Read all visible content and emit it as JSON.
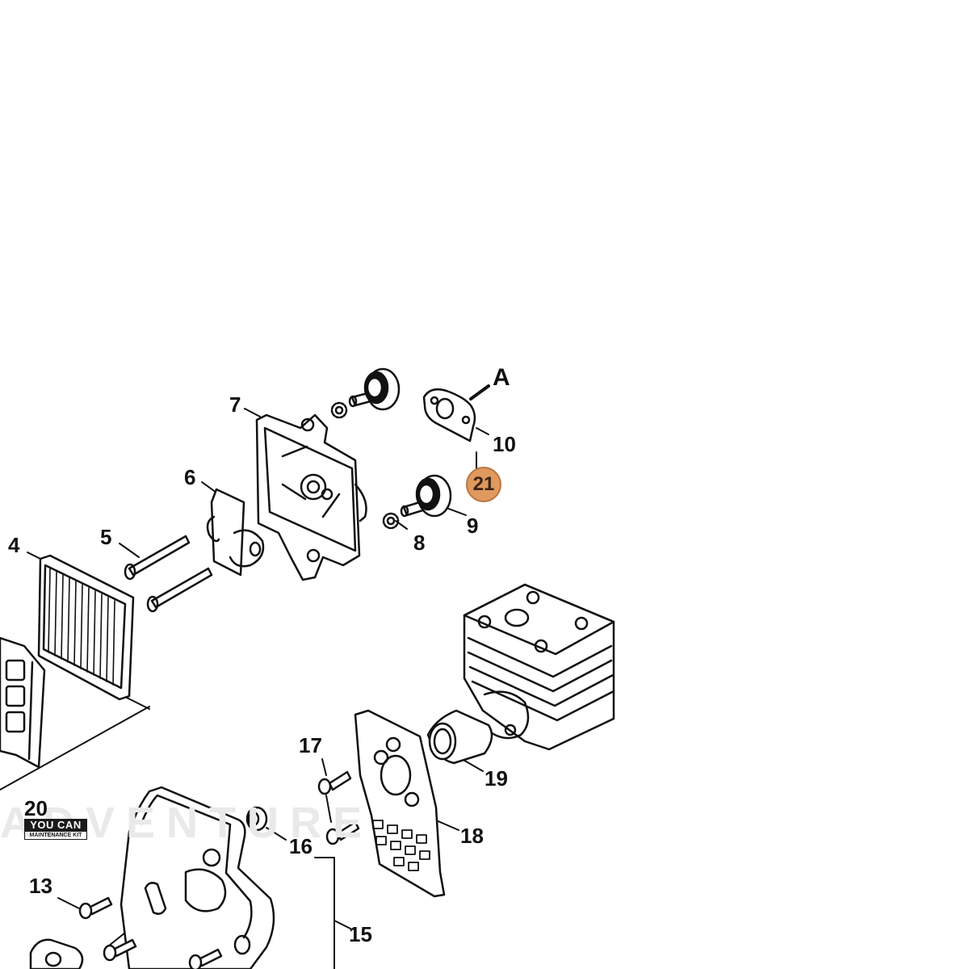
{
  "diagram": {
    "callouts": {
      "c4": "4",
      "c5": "5",
      "c6": "6",
      "c7": "7",
      "c8": "8",
      "c9": "9",
      "c10": "10",
      "c13": "13",
      "c15": "15",
      "c16": "16",
      "c17": "17",
      "c18": "18",
      "c19": "19",
      "c20": "20",
      "cA": "A"
    },
    "highlighted_part": "21",
    "highlight_color": "#e0995e",
    "kit_logo": {
      "top": "YOU CAN",
      "bottom": "MAINTENANCE KIT"
    },
    "watermark": "ADVENTURE"
  }
}
